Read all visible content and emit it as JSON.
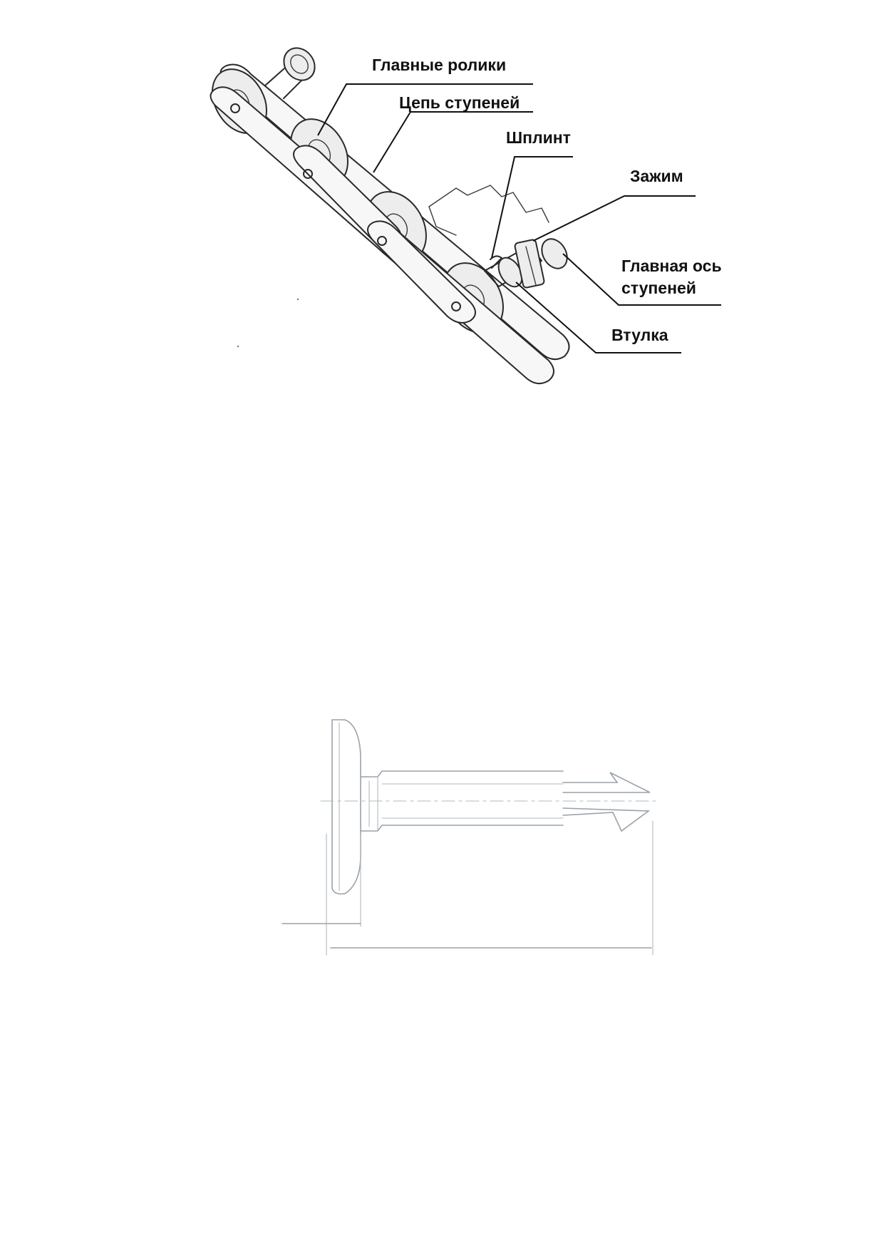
{
  "figure_top": {
    "labels": {
      "main_rollers": "Главные ролики",
      "step_chain": "Цепь ступеней",
      "cotter_pin": "Шплинт",
      "clamp": "Зажим",
      "main_step_axle_line1": "Главная ось",
      "main_step_axle_line2": "ступеней",
      "bushing": "Втулка"
    }
  },
  "colors": {
    "ink": "#2a2a2a",
    "label": "#111111",
    "faint_ink": "#9aa2a8"
  }
}
